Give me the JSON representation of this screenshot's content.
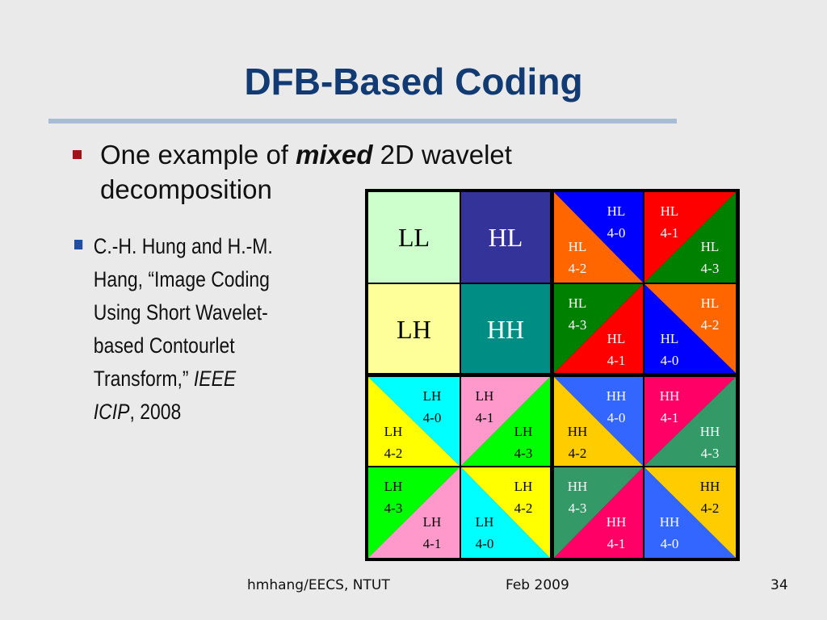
{
  "title": "DFB-Based Coding",
  "bullet1": {
    "pre": "One example of ",
    "emph": "mixed",
    "post": " 2D wavelet decomposition"
  },
  "bullet2": {
    "text": "C.-H. Hung and H.-M. Hang, “Image Coding Using Short Wavelet-based Contourlet Transform,” ",
    "venue": "IEEE ICIP",
    "tail": ", 2008"
  },
  "grid": {
    "LL": "LL",
    "HL": "HL",
    "LH": "LH",
    "HH": "HH",
    "hl_tl": {
      "a": "HL 4-0",
      "b": "HL 4-2"
    },
    "hl_tr": {
      "a": "HL 4-1",
      "b": "HL 4-3"
    },
    "hl_bl": {
      "a": "HL 4-3",
      "b": "HL 4-1"
    },
    "hl_br": {
      "a": "HL 4-2",
      "b": "HL 4-0"
    },
    "lh_tl": {
      "a": "LH 4-0",
      "b": "LH 4-2"
    },
    "lh_tr": {
      "a": "LH 4-1",
      "b": "LH 4-3"
    },
    "lh_bl": {
      "a": "LH 4-3",
      "b": "LH 4-1"
    },
    "lh_br": {
      "a": "LH 4-2",
      "b": "LH 4-0"
    },
    "hh_tl": {
      "a": "HH 4-0",
      "b": "HH 4-2"
    },
    "hh_tr": {
      "a": "HH 4-1",
      "b": "HH 4-3"
    },
    "hh_bl": {
      "a": "HH 4-3",
      "b": "HH 4-1"
    },
    "hh_br": {
      "a": "HH 4-2",
      "b": "HH 4-0"
    }
  },
  "colors": {
    "title": "#123a73",
    "LL": "#ccffcc",
    "HL": "#333399",
    "LH": "#ffff99",
    "HH": "#008e84",
    "blue": "#0000ff",
    "orange": "#ff6600",
    "red": "#ff0000",
    "green": "#008000",
    "cyan": "#00ffff",
    "yellow": "#ffff00",
    "pink": "#ff99cc",
    "lime": "#00ff00",
    "hhblue": "#3366ff",
    "hhgold": "#ffcc00",
    "magenta": "#ff0066",
    "teal": "#339966"
  },
  "footer": {
    "left": "hmhang/EECS, NTUT",
    "center": "Feb 2009",
    "right": "34"
  }
}
